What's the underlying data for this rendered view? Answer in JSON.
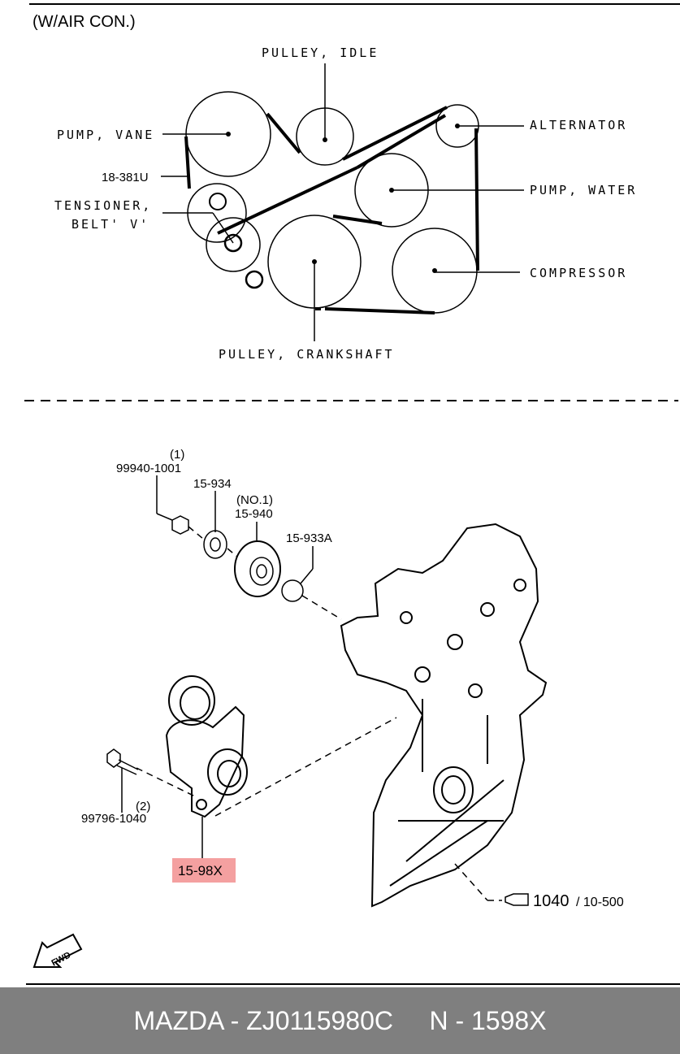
{
  "section_note": "(W/AIR CON.)",
  "belt_diagram": {
    "pulley_idle": "PULLEY, IDLE",
    "alternator": "ALTERNATOR",
    "pump_vane": "PUMP, VANE",
    "pump_water": "PUMP, WATER",
    "belt_code": "18-381U",
    "tensioner_line1": "TENSIONER,",
    "tensioner_line2": "BELT' V'",
    "compressor": "COMPRESSOR",
    "pulley_crankshaft": "PULLEY, CRANKSHAFT"
  },
  "parts": {
    "nut_qty": "(1)",
    "nut_code": "99940-1001",
    "washer_code": "15-934",
    "idler_note": "(NO.1)",
    "idler_code": "15-940",
    "spacer_code": "15-933A",
    "bolt_qty": "(2)",
    "bolt_code": "99796-1040",
    "tensioner_code": "15-98X",
    "ref_code": "1040",
    "ref_page": "/ 10-500",
    "fwd": "FWD"
  },
  "footer": {
    "text": "MAZDA - ZJ0115980C     N - 1598X"
  },
  "colors": {
    "highlight": "#f4a0a0",
    "footer_bg": "#7f7f7f",
    "footer_text": "#ffffff"
  }
}
